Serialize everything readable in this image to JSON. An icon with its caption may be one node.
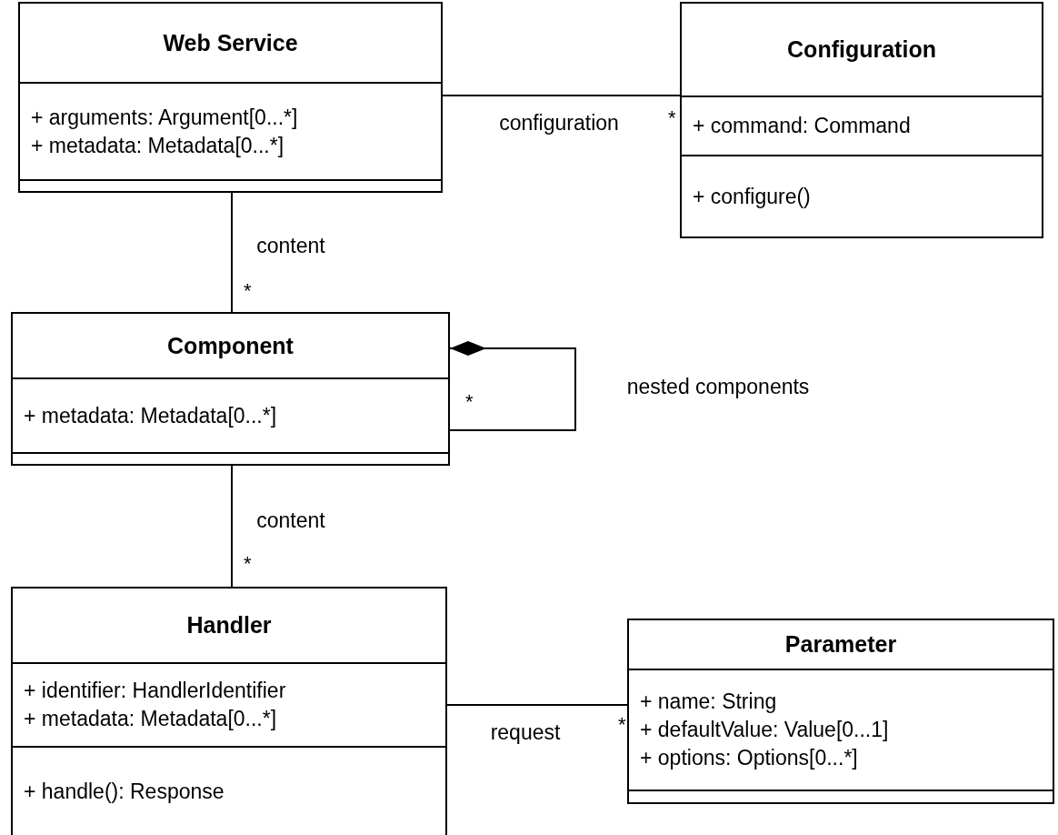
{
  "diagram": {
    "nodes": [
      {
        "text": [
          "Web Service",
          "+ arguments: Argument[0...*]",
          "+ metadata: Metadata[0...*]"
        ]
      },
      {
        "text": [
          "Configuration",
          "+ command: Command",
          "+ configure()"
        ]
      },
      {
        "text": [
          "Component",
          "+ metadata: Metadata[0...*]"
        ]
      },
      {
        "text": [
          "Handler",
          "+ identifier: HandlerIdentifier",
          "+ metadata: Metadata[0...*]",
          "+ handle(): Response"
        ]
      },
      {
        "text": [
          "Parameter",
          "+ name: String",
          "+ defaultValue: Value[0...1]",
          "+ options: Options[0...*]"
        ]
      }
    ],
    "edges": [
      {
        "from": 0,
        "to": 1,
        "arrow": "none",
        "label": "configuration"
      },
      {
        "from": 0,
        "to": 2,
        "arrow": "none",
        "label": "content"
      },
      {
        "from": 2,
        "to": 2,
        "arrow": "other",
        "label": "nested components"
      },
      {
        "from": 2,
        "to": 3,
        "arrow": "none",
        "label": "content"
      },
      {
        "from": 3,
        "to": 4,
        "arrow": "none",
        "label": "request"
      }
    ],
    "labels": [
      "*",
      "*",
      "*",
      "*",
      "*"
    ]
  }
}
